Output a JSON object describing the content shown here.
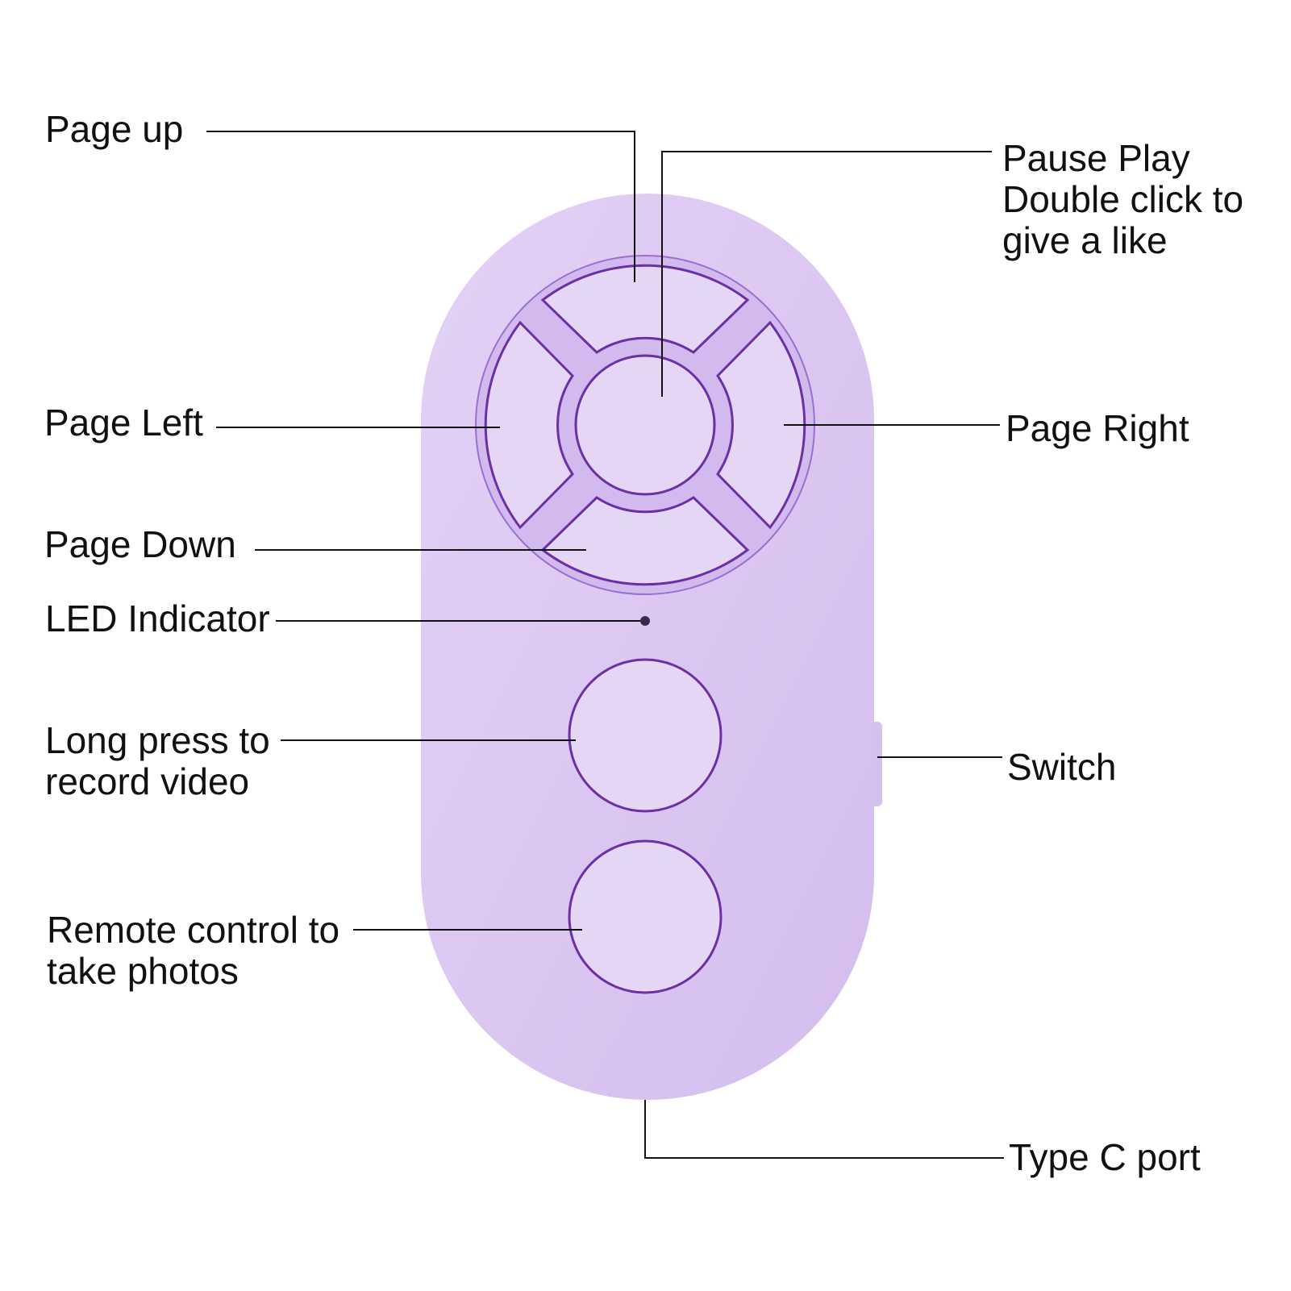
{
  "colors": {
    "body": "#dac5f0",
    "button": "#e6d6f6",
    "outline": "#6b2fa6",
    "line": "#111111",
    "text": "#111111",
    "background": "#ffffff"
  },
  "labels": {
    "page_up": "Page up",
    "pause_play": [
      "Pause Play",
      "Double click to",
      "give a like"
    ],
    "page_left": "Page Left",
    "page_right": "Page Right",
    "page_down": "Page Down",
    "led_indicator": "LED Indicator",
    "long_press": [
      "Long press to",
      "record video"
    ],
    "switch": "Switch",
    "remote_photo": [
      "Remote control to",
      "take photos"
    ],
    "type_c": "Type C port"
  }
}
